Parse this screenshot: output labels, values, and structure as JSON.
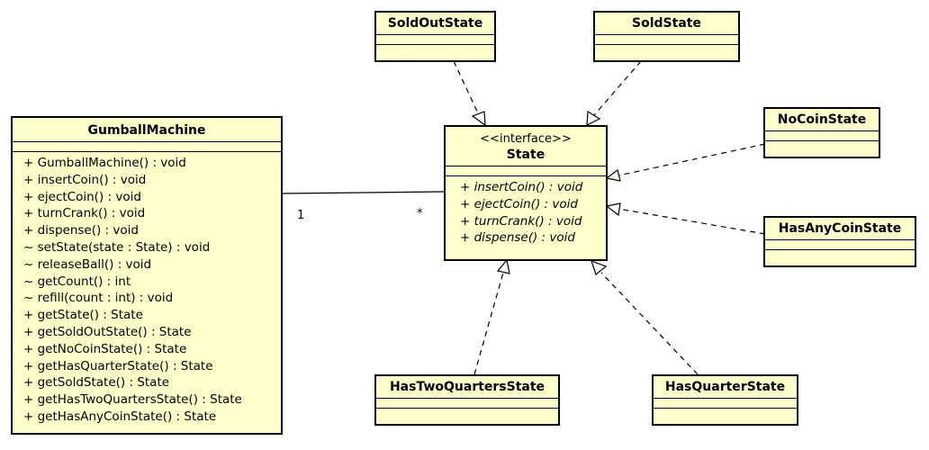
{
  "gumball": {
    "name": "GumballMachine",
    "operations": [
      "+ GumballMachine() : void",
      "+ insertCoin() : void",
      "+ ejectCoin() : void",
      "+ turnCrank() : void",
      "+ dispense() : void",
      "~ setState(state : State) : void",
      "~ releaseBall() : void",
      "~ getCount() : int",
      "~ refill(count : int) : void",
      "+ getState() : State",
      "+ getSoldOutState() : State",
      "+ getNoCoinState() : State",
      "+ getHasQuarterState() : State",
      "+ getSoldState() : State",
      "+ getHasTwoQuartersState() : State",
      "+ getHasAnyCoinState() : State"
    ]
  },
  "state_interface": {
    "stereotype": "<<interface>>",
    "name": "State",
    "operations": [
      "+ insertCoin() : void",
      "+ ejectCoin() : void",
      "+ turnCrank() : void",
      "+ dispense() : void"
    ]
  },
  "classes": {
    "sold_out": "SoldOutState",
    "sold": "SoldState",
    "no_coin": "NoCoinState",
    "has_any_coin": "HasAnyCoinState",
    "has_two_quarters": "HasTwoQuartersState",
    "has_quarter": "HasQuarterState"
  },
  "association": {
    "multiplicity_gumball": "1",
    "multiplicity_state": "*"
  }
}
